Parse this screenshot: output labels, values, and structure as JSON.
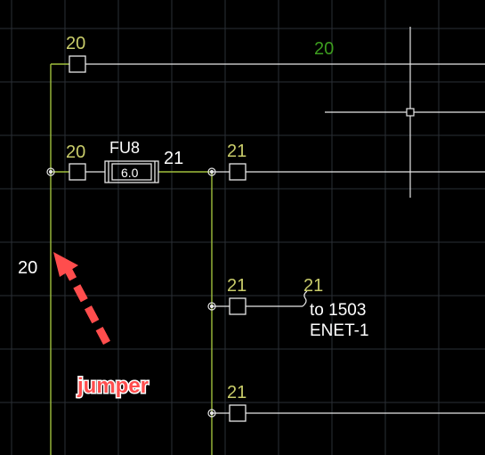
{
  "colors": {
    "background": "#000000",
    "grid": "#2a2f36",
    "wire_white": "#e6e6e6",
    "wire_green": "#9fbf3c",
    "label_olive": "#c9cc6a",
    "label_green": "#3d9d1f",
    "label_white": "#ffffff",
    "annotation_red": "#ff4d4d"
  },
  "labels": {
    "wire_20_top": "20",
    "wire_20_right": "20",
    "wire_20_left": "20",
    "fuse_name": "FU8",
    "fuse_rating": "6.0",
    "wire_21_after_fuse": "21",
    "terminal_21_a": "21",
    "terminal_21_b": "21",
    "terminal_21_c": "21",
    "offpage_wire": "21",
    "offpage_ref": "to 1503",
    "offpage_dest": "ENET-1"
  },
  "annotation": {
    "text": "jumper",
    "icon": "arrow-icon"
  }
}
